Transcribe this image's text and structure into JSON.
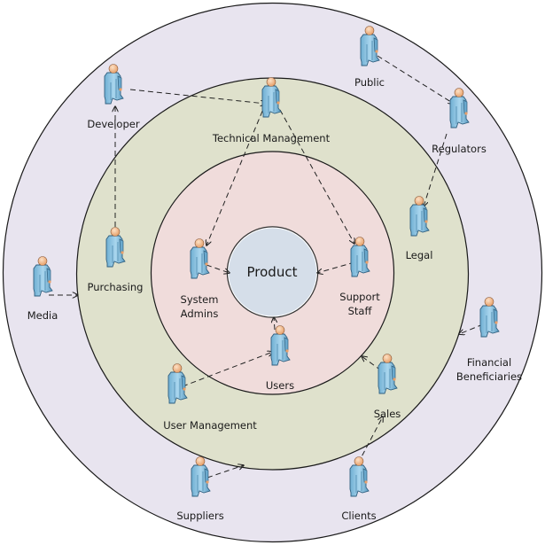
{
  "diagram": {
    "type": "stakeholder-onion",
    "center": {
      "label": "Product",
      "color": "#d5dee9"
    },
    "rings": [
      {
        "name": "inner-ring",
        "color": "#f0dcdb"
      },
      {
        "name": "middle-ring",
        "color": "#dfe1cc"
      },
      {
        "name": "outer-ring",
        "color": "#e8e4ef"
      }
    ],
    "colors": {
      "person_body": "#8cc3df",
      "person_body_dark": "#4f8fb4",
      "person_head": "#f4bc8e",
      "outline": "#222222"
    },
    "stakeholders": [
      {
        "id": "public",
        "label_lines": [
          "Public"
        ],
        "ring": "outer"
      },
      {
        "id": "developer",
        "label_lines": [
          "Developer"
        ],
        "ring": "outer"
      },
      {
        "id": "technical-management",
        "label_lines": [
          "Technical Management"
        ],
        "ring": "middle"
      },
      {
        "id": "regulators",
        "label_lines": [
          "Regulators"
        ],
        "ring": "outer"
      },
      {
        "id": "legal",
        "label_lines": [
          "Legal"
        ],
        "ring": "middle"
      },
      {
        "id": "purchasing",
        "label_lines": [
          "Purchasing"
        ],
        "ring": "middle"
      },
      {
        "id": "media",
        "label_lines": [
          "Media"
        ],
        "ring": "outer"
      },
      {
        "id": "system-admins",
        "label_lines": [
          "System",
          "Admins"
        ],
        "ring": "inner"
      },
      {
        "id": "support-staff",
        "label_lines": [
          "Support",
          "Staff"
        ],
        "ring": "inner"
      },
      {
        "id": "users",
        "label_lines": [
          "Users"
        ],
        "ring": "inner"
      },
      {
        "id": "financial-beneficiaries",
        "label_lines": [
          "Financial",
          "Beneficiaries"
        ],
        "ring": "outer"
      },
      {
        "id": "user-management",
        "label_lines": [
          "User Management"
        ],
        "ring": "middle"
      },
      {
        "id": "sales",
        "label_lines": [
          "Sales"
        ],
        "ring": "middle"
      },
      {
        "id": "suppliers",
        "label_lines": [
          "Suppliers"
        ],
        "ring": "outer"
      },
      {
        "id": "clients",
        "label_lines": [
          "Clients"
        ],
        "ring": "outer"
      }
    ],
    "relations": [
      {
        "from": "developer",
        "to": "technical-management"
      },
      {
        "from": "purchasing",
        "to": "developer"
      },
      {
        "from": "media",
        "to": "middle-ring"
      },
      {
        "from": "public",
        "to": "regulators"
      },
      {
        "from": "regulators",
        "to": "legal"
      },
      {
        "from": "technical-management",
        "to": "system-admins"
      },
      {
        "from": "technical-management",
        "to": "support-staff"
      },
      {
        "from": "system-admins",
        "to": "product"
      },
      {
        "from": "support-staff",
        "to": "product"
      },
      {
        "from": "users",
        "to": "product"
      },
      {
        "from": "user-management",
        "to": "users"
      },
      {
        "from": "sales",
        "to": "inner-ring"
      },
      {
        "from": "clients",
        "to": "sales"
      },
      {
        "from": "financial-beneficiaries",
        "to": "middle-ring"
      },
      {
        "from": "suppliers",
        "to": "middle-ring"
      }
    ]
  }
}
